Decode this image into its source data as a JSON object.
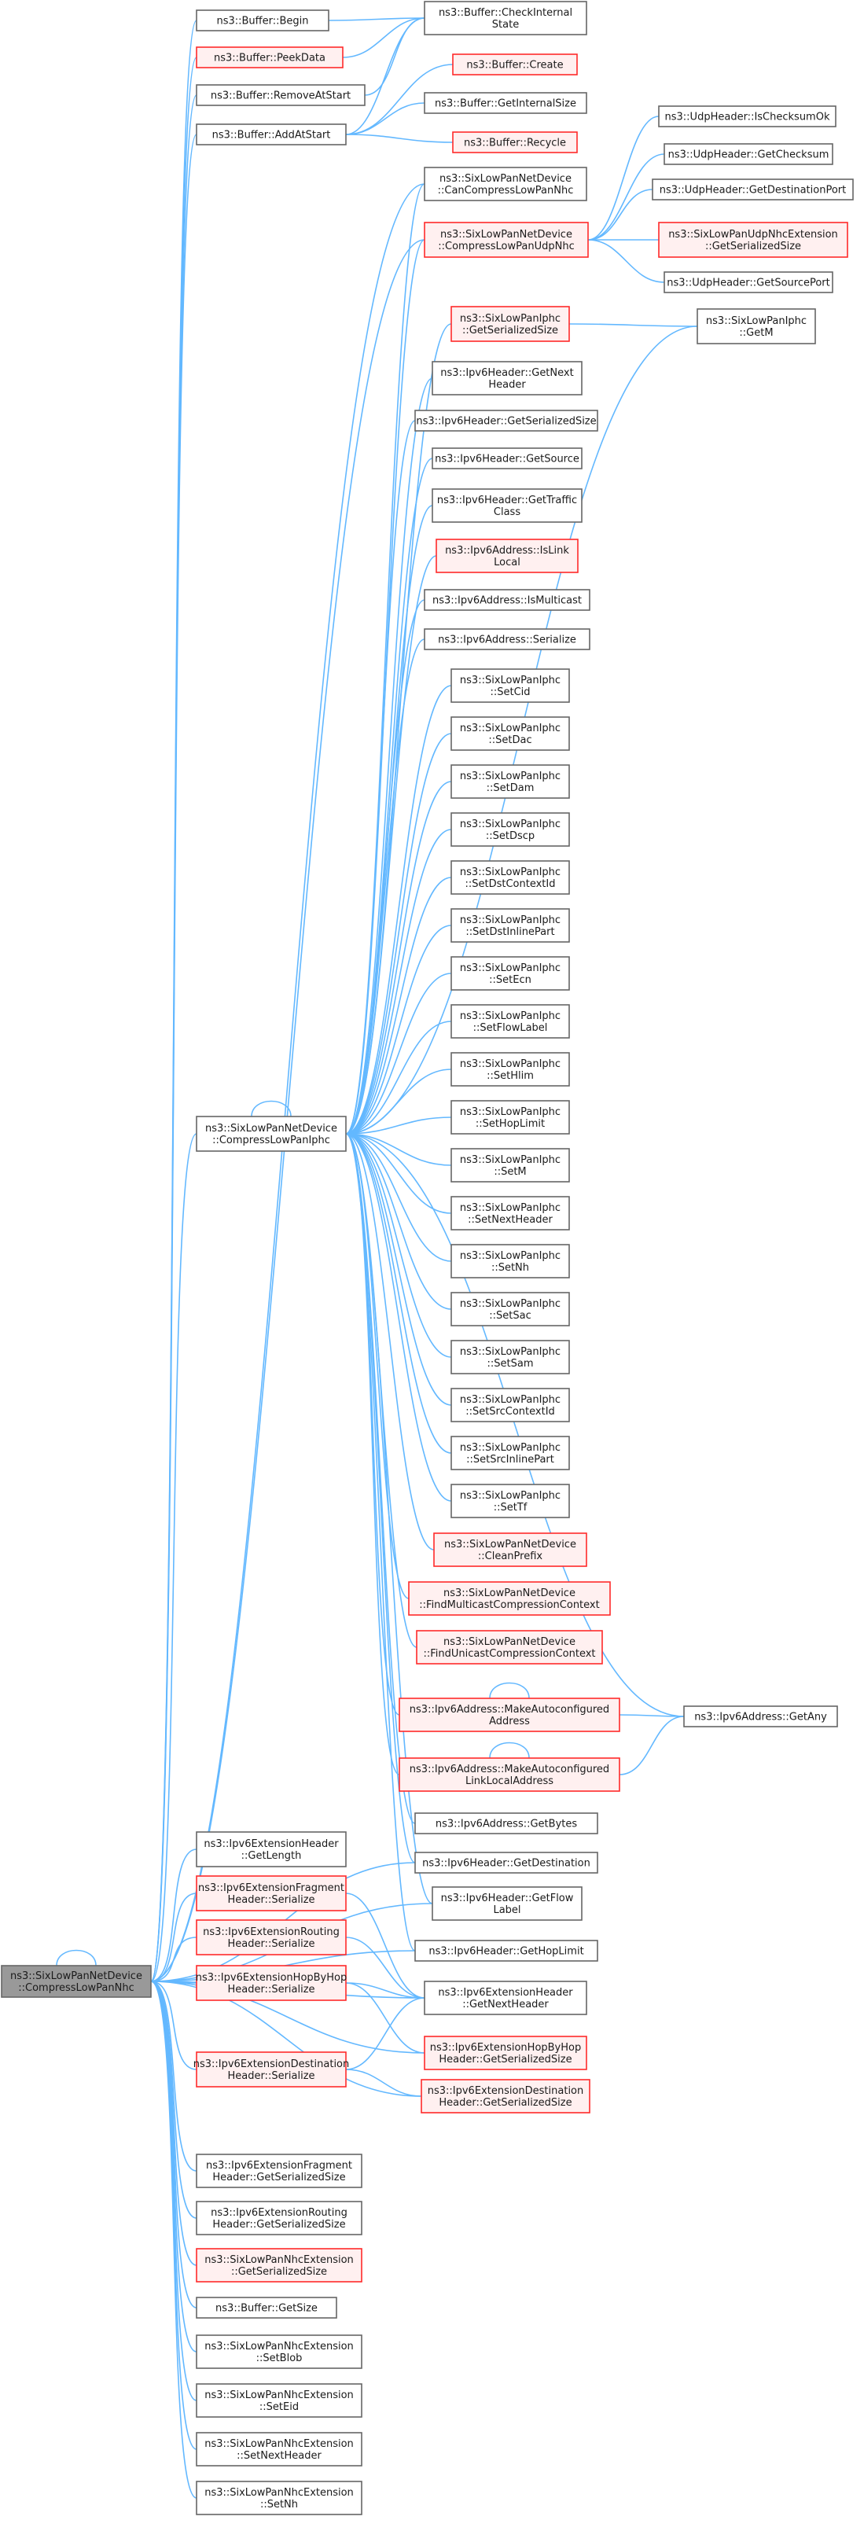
{
  "diagram": {
    "colors": {
      "edge": "#63b8ff",
      "node_border": "#666666",
      "node_border_link_missing": "#ff2a2a",
      "node_fill_link_missing": "#fff0f0",
      "root_fill": "#999999"
    },
    "nodes": [
      {
        "id": "root",
        "lines": [
          "ns3::SixLowPanNetDevice",
          "::CompressLowPanNhc"
        ],
        "style": "root"
      },
      {
        "id": "buf_begin",
        "lines": [
          "ns3::Buffer::Begin"
        ],
        "style": "normal"
      },
      {
        "id": "buf_peek",
        "lines": [
          "ns3::Buffer::PeekData"
        ],
        "style": "red"
      },
      {
        "id": "buf_remove",
        "lines": [
          "ns3::Buffer::RemoveAtStart"
        ],
        "style": "normal"
      },
      {
        "id": "buf_add",
        "lines": [
          "ns3::Buffer::AddAtStart"
        ],
        "style": "normal"
      },
      {
        "id": "buf_check",
        "lines": [
          "ns3::Buffer::CheckInternal",
          "State"
        ],
        "style": "normal"
      },
      {
        "id": "buf_create",
        "lines": [
          "ns3::Buffer::Create"
        ],
        "style": "red"
      },
      {
        "id": "buf_getint",
        "lines": [
          "ns3::Buffer::GetInternalSize"
        ],
        "style": "normal"
      },
      {
        "id": "buf_recycle",
        "lines": [
          "ns3::Buffer::Recycle"
        ],
        "style": "red"
      },
      {
        "id": "can_compress",
        "lines": [
          "ns3::SixLowPanNetDevice",
          "::CanCompressLowPanNhc"
        ],
        "style": "normal"
      },
      {
        "id": "compress_udp",
        "lines": [
          "ns3::SixLowPanNetDevice",
          "::CompressLowPanUdpNhc"
        ],
        "style": "red"
      },
      {
        "id": "udp_ischk",
        "lines": [
          "ns3::UdpHeader::IsChecksumOk"
        ],
        "style": "normal"
      },
      {
        "id": "udp_getchk",
        "lines": [
          "ns3::UdpHeader::GetChecksum"
        ],
        "style": "normal"
      },
      {
        "id": "udp_getdst",
        "lines": [
          "ns3::UdpHeader::GetDestinationPort"
        ],
        "style": "normal"
      },
      {
        "id": "udp_ext_size",
        "lines": [
          "ns3::SixLowPanUdpNhcExtension",
          "::GetSerializedSize"
        ],
        "style": "red"
      },
      {
        "id": "udp_getsrc",
        "lines": [
          "ns3::UdpHeader::GetSourcePort"
        ],
        "style": "normal"
      },
      {
        "id": "iphc_getsize",
        "lines": [
          "ns3::SixLowPanIphc",
          "::GetSerializedSize"
        ],
        "style": "red"
      },
      {
        "id": "iphc_getm",
        "lines": [
          "ns3::SixLowPanIphc",
          "::GetM"
        ],
        "style": "normal"
      },
      {
        "id": "ip6_getnext",
        "lines": [
          "ns3::Ipv6Header::GetNext",
          "Header"
        ],
        "style": "normal"
      },
      {
        "id": "ip6_getsersize",
        "lines": [
          "ns3::Ipv6Header::GetSerializedSize"
        ],
        "style": "normal"
      },
      {
        "id": "ip6_getsource",
        "lines": [
          "ns3::Ipv6Header::GetSource"
        ],
        "style": "normal"
      },
      {
        "id": "ip6_gettraffic",
        "lines": [
          "ns3::Ipv6Header::GetTraffic",
          "Class"
        ],
        "style": "normal"
      },
      {
        "id": "ip6a_islink",
        "lines": [
          "ns3::Ipv6Address::IsLink",
          "Local"
        ],
        "style": "red"
      },
      {
        "id": "ip6a_ismulti",
        "lines": [
          "ns3::Ipv6Address::IsMulticast"
        ],
        "style": "normal"
      },
      {
        "id": "ip6a_serialize",
        "lines": [
          "ns3::Ipv6Address::Serialize"
        ],
        "style": "normal"
      },
      {
        "id": "iphc_setcid",
        "lines": [
          "ns3::SixLowPanIphc",
          "::SetCid"
        ],
        "style": "normal"
      },
      {
        "id": "iphc_setdac",
        "lines": [
          "ns3::SixLowPanIphc",
          "::SetDac"
        ],
        "style": "normal"
      },
      {
        "id": "iphc_setdam",
        "lines": [
          "ns3::SixLowPanIphc",
          "::SetDam"
        ],
        "style": "normal"
      },
      {
        "id": "iphc_setdscp",
        "lines": [
          "ns3::SixLowPanIphc",
          "::SetDscp"
        ],
        "style": "normal"
      },
      {
        "id": "iphc_setdstctx",
        "lines": [
          "ns3::SixLowPanIphc",
          "::SetDstContextId"
        ],
        "style": "normal"
      },
      {
        "id": "iphc_setdstinl",
        "lines": [
          "ns3::SixLowPanIphc",
          "::SetDstInlinePart"
        ],
        "style": "normal"
      },
      {
        "id": "iphc_setecn",
        "lines": [
          "ns3::SixLowPanIphc",
          "::SetEcn"
        ],
        "style": "normal"
      },
      {
        "id": "iphc_setflow",
        "lines": [
          "ns3::SixLowPanIphc",
          "::SetFlowLabel"
        ],
        "style": "normal"
      },
      {
        "id": "iphc_sethlim",
        "lines": [
          "ns3::SixLowPanIphc",
          "::SetHlim"
        ],
        "style": "normal"
      },
      {
        "id": "iphc_sethop",
        "lines": [
          "ns3::SixLowPanIphc",
          "::SetHopLimit"
        ],
        "style": "normal"
      },
      {
        "id": "iphc_setm",
        "lines": [
          "ns3::SixLowPanIphc",
          "::SetM"
        ],
        "style": "normal"
      },
      {
        "id": "iphc_setnexth",
        "lines": [
          "ns3::SixLowPanIphc",
          "::SetNextHeader"
        ],
        "style": "normal"
      },
      {
        "id": "iphc_setnh",
        "lines": [
          "ns3::SixLowPanIphc",
          "::SetNh"
        ],
        "style": "normal"
      },
      {
        "id": "iphc_setsac",
        "lines": [
          "ns3::SixLowPanIphc",
          "::SetSac"
        ],
        "style": "normal"
      },
      {
        "id": "iphc_setsam",
        "lines": [
          "ns3::SixLowPanIphc",
          "::SetSam"
        ],
        "style": "normal"
      },
      {
        "id": "iphc_setsrcctx",
        "lines": [
          "ns3::SixLowPanIphc",
          "::SetSrcContextId"
        ],
        "style": "normal"
      },
      {
        "id": "iphc_setsrcinl",
        "lines": [
          "ns3::SixLowPanIphc",
          "::SetSrcInlinePart"
        ],
        "style": "normal"
      },
      {
        "id": "iphc_settf",
        "lines": [
          "ns3::SixLowPanIphc",
          "::SetTf"
        ],
        "style": "normal"
      },
      {
        "id": "clean_prefix",
        "lines": [
          "ns3::SixLowPanNetDevice",
          "::CleanPrefix"
        ],
        "style": "red"
      },
      {
        "id": "find_multi",
        "lines": [
          "ns3::SixLowPanNetDevice",
          "::FindMulticastCompressionContext"
        ],
        "style": "red"
      },
      {
        "id": "find_uni",
        "lines": [
          "ns3::SixLowPanNetDevice",
          "::FindUnicastCompressionContext"
        ],
        "style": "red"
      },
      {
        "id": "compress_iphc",
        "lines": [
          "ns3::SixLowPanNetDevice",
          "::CompressLowPanIphc"
        ],
        "style": "normal"
      },
      {
        "id": "make_auto",
        "lines": [
          "ns3::Ipv6Address::MakeAutoconfigured",
          "Address"
        ],
        "style": "red"
      },
      {
        "id": "ip6a_getany",
        "lines": [
          "ns3::Ipv6Address::GetAny"
        ],
        "style": "normal"
      },
      {
        "id": "make_auto_ll",
        "lines": [
          "ns3::Ipv6Address::MakeAutoconfigured",
          "LinkLocalAddress"
        ],
        "style": "red"
      },
      {
        "id": "ip6a_getbytes",
        "lines": [
          "ns3::Ipv6Address::GetBytes"
        ],
        "style": "normal"
      },
      {
        "id": "ip6_getdest",
        "lines": [
          "ns3::Ipv6Header::GetDestination"
        ],
        "style": "normal"
      },
      {
        "id": "ip6_getflow",
        "lines": [
          "ns3::Ipv6Header::GetFlow",
          "Label"
        ],
        "style": "normal"
      },
      {
        "id": "ip6_gethop",
        "lines": [
          "ns3::Ipv6Header::GetHopLimit"
        ],
        "style": "normal"
      },
      {
        "id": "ext_getlen",
        "lines": [
          "ns3::Ipv6ExtensionHeader",
          "::GetLength"
        ],
        "style": "normal"
      },
      {
        "id": "frag_ser",
        "lines": [
          "ns3::Ipv6ExtensionFragment",
          "Header::Serialize"
        ],
        "style": "red"
      },
      {
        "id": "rout_ser",
        "lines": [
          "ns3::Ipv6ExtensionRouting",
          "Header::Serialize"
        ],
        "style": "red"
      },
      {
        "id": "hop_ser",
        "lines": [
          "ns3::Ipv6ExtensionHopByHop",
          "Header::Serialize"
        ],
        "style": "red"
      },
      {
        "id": "ext_getnext",
        "lines": [
          "ns3::Ipv6ExtensionHeader",
          "::GetNextHeader"
        ],
        "style": "normal"
      },
      {
        "id": "dest_ser",
        "lines": [
          "ns3::Ipv6ExtensionDestination",
          "Header::Serialize"
        ],
        "style": "red"
      },
      {
        "id": "hop_size",
        "lines": [
          "ns3::Ipv6ExtensionHopByHop",
          "Header::GetSerializedSize"
        ],
        "style": "red"
      },
      {
        "id": "dest_size",
        "lines": [
          "ns3::Ipv6ExtensionDestination",
          "Header::GetSerializedSize"
        ],
        "style": "red"
      },
      {
        "id": "frag_size",
        "lines": [
          "ns3::Ipv6ExtensionFragment",
          "Header::GetSerializedSize"
        ],
        "style": "normal"
      },
      {
        "id": "rout_size",
        "lines": [
          "ns3::Ipv6ExtensionRouting",
          "Header::GetSerializedSize"
        ],
        "style": "normal"
      },
      {
        "id": "nhc_size",
        "lines": [
          "ns3::SixLowPanNhcExtension",
          "::GetSerializedSize"
        ],
        "style": "red"
      },
      {
        "id": "buf_getsize",
        "lines": [
          "ns3::Buffer::GetSize"
        ],
        "style": "normal"
      },
      {
        "id": "nhc_setblob",
        "lines": [
          "ns3::SixLowPanNhcExtension",
          "::SetBlob"
        ],
        "style": "normal"
      },
      {
        "id": "nhc_seteid",
        "lines": [
          "ns3::SixLowPanNhcExtension",
          "::SetEid"
        ],
        "style": "normal"
      },
      {
        "id": "nhc_setnexth",
        "lines": [
          "ns3::SixLowPanNhcExtension",
          "::SetNextHeader"
        ],
        "style": "normal"
      },
      {
        "id": "nhc_setnh",
        "lines": [
          "ns3::SixLowPanNhcExtension",
          "::SetNh"
        ],
        "style": "normal"
      }
    ],
    "edges": [
      [
        "root",
        "root"
      ],
      [
        "root",
        "buf_begin"
      ],
      [
        "root",
        "buf_peek"
      ],
      [
        "root",
        "buf_remove"
      ],
      [
        "root",
        "buf_add"
      ],
      [
        "buf_begin",
        "buf_check"
      ],
      [
        "buf_peek",
        "buf_check"
      ],
      [
        "buf_remove",
        "buf_check"
      ],
      [
        "buf_add",
        "buf_check"
      ],
      [
        "buf_add",
        "buf_create"
      ],
      [
        "buf_add",
        "buf_getint"
      ],
      [
        "buf_add",
        "buf_recycle"
      ],
      [
        "root",
        "can_compress"
      ],
      [
        "root",
        "compress_udp"
      ],
      [
        "compress_udp",
        "udp_ischk"
      ],
      [
        "compress_udp",
        "udp_getchk"
      ],
      [
        "compress_udp",
        "udp_getdst"
      ],
      [
        "compress_udp",
        "udp_ext_size"
      ],
      [
        "compress_udp",
        "udp_getsrc"
      ],
      [
        "root",
        "compress_iphc"
      ],
      [
        "compress_iphc",
        "compress_iphc"
      ],
      [
        "compress_iphc",
        "can_compress"
      ],
      [
        "compress_iphc",
        "compress_udp"
      ],
      [
        "compress_iphc",
        "iphc_getm"
      ],
      [
        "compress_iphc",
        "iphc_getsize"
      ],
      [
        "iphc_getsize",
        "iphc_getm"
      ],
      [
        "compress_iphc",
        "ip6_getnext"
      ],
      [
        "compress_iphc",
        "ip6_getsersize"
      ],
      [
        "compress_iphc",
        "ip6_getsource"
      ],
      [
        "compress_iphc",
        "ip6_gettraffic"
      ],
      [
        "compress_iphc",
        "ip6a_islink"
      ],
      [
        "compress_iphc",
        "ip6a_ismulti"
      ],
      [
        "compress_iphc",
        "ip6a_serialize"
      ],
      [
        "compress_iphc",
        "iphc_setcid"
      ],
      [
        "compress_iphc",
        "iphc_setdac"
      ],
      [
        "compress_iphc",
        "iphc_setdam"
      ],
      [
        "compress_iphc",
        "iphc_setdscp"
      ],
      [
        "compress_iphc",
        "iphc_setdstctx"
      ],
      [
        "compress_iphc",
        "iphc_setdstinl"
      ],
      [
        "compress_iphc",
        "iphc_setecn"
      ],
      [
        "compress_iphc",
        "iphc_setflow"
      ],
      [
        "compress_iphc",
        "iphc_sethlim"
      ],
      [
        "compress_iphc",
        "iphc_sethop"
      ],
      [
        "compress_iphc",
        "iphc_setm"
      ],
      [
        "compress_iphc",
        "iphc_setnexth"
      ],
      [
        "compress_iphc",
        "iphc_setnh"
      ],
      [
        "compress_iphc",
        "iphc_setsac"
      ],
      [
        "compress_iphc",
        "iphc_setsam"
      ],
      [
        "compress_iphc",
        "iphc_setsrcctx"
      ],
      [
        "compress_iphc",
        "iphc_setsrcinl"
      ],
      [
        "compress_iphc",
        "iphc_settf"
      ],
      [
        "compress_iphc",
        "clean_prefix"
      ],
      [
        "compress_iphc",
        "find_multi"
      ],
      [
        "compress_iphc",
        "find_uni"
      ],
      [
        "compress_iphc",
        "ip6a_getany"
      ],
      [
        "compress_iphc",
        "make_auto"
      ],
      [
        "compress_iphc",
        "make_auto_ll"
      ],
      [
        "compress_iphc",
        "ip6a_getbytes"
      ],
      [
        "compress_iphc",
        "ip6_getdest"
      ],
      [
        "compress_iphc",
        "ip6_getflow"
      ],
      [
        "compress_iphc",
        "ip6_gethop"
      ],
      [
        "make_auto",
        "make_auto"
      ],
      [
        "make_auto",
        "ip6a_getany"
      ],
      [
        "make_auto_ll",
        "make_auto_ll"
      ],
      [
        "make_auto_ll",
        "ip6a_getany"
      ],
      [
        "root",
        "ext_getlen"
      ],
      [
        "root",
        "frag_ser"
      ],
      [
        "root",
        "rout_ser"
      ],
      [
        "root",
        "hop_ser"
      ],
      [
        "root",
        "dest_ser"
      ],
      [
        "root",
        "ip6_getdest"
      ],
      [
        "root",
        "ip6_getflow"
      ],
      [
        "root",
        "ip6_gethop"
      ],
      [
        "root",
        "ext_getnext"
      ],
      [
        "root",
        "hop_size"
      ],
      [
        "root",
        "dest_size"
      ],
      [
        "frag_ser",
        "ext_getnext"
      ],
      [
        "rout_ser",
        "ext_getnext"
      ],
      [
        "hop_ser",
        "ext_getnext"
      ],
      [
        "dest_ser",
        "ext_getnext"
      ],
      [
        "hop_ser",
        "hop_size"
      ],
      [
        "dest_ser",
        "dest_size"
      ],
      [
        "root",
        "frag_size"
      ],
      [
        "root",
        "rout_size"
      ],
      [
        "root",
        "nhc_size"
      ],
      [
        "root",
        "buf_getsize"
      ],
      [
        "root",
        "nhc_setblob"
      ],
      [
        "root",
        "nhc_seteid"
      ],
      [
        "root",
        "nhc_setnexth"
      ],
      [
        "root",
        "nhc_setnh"
      ]
    ]
  }
}
